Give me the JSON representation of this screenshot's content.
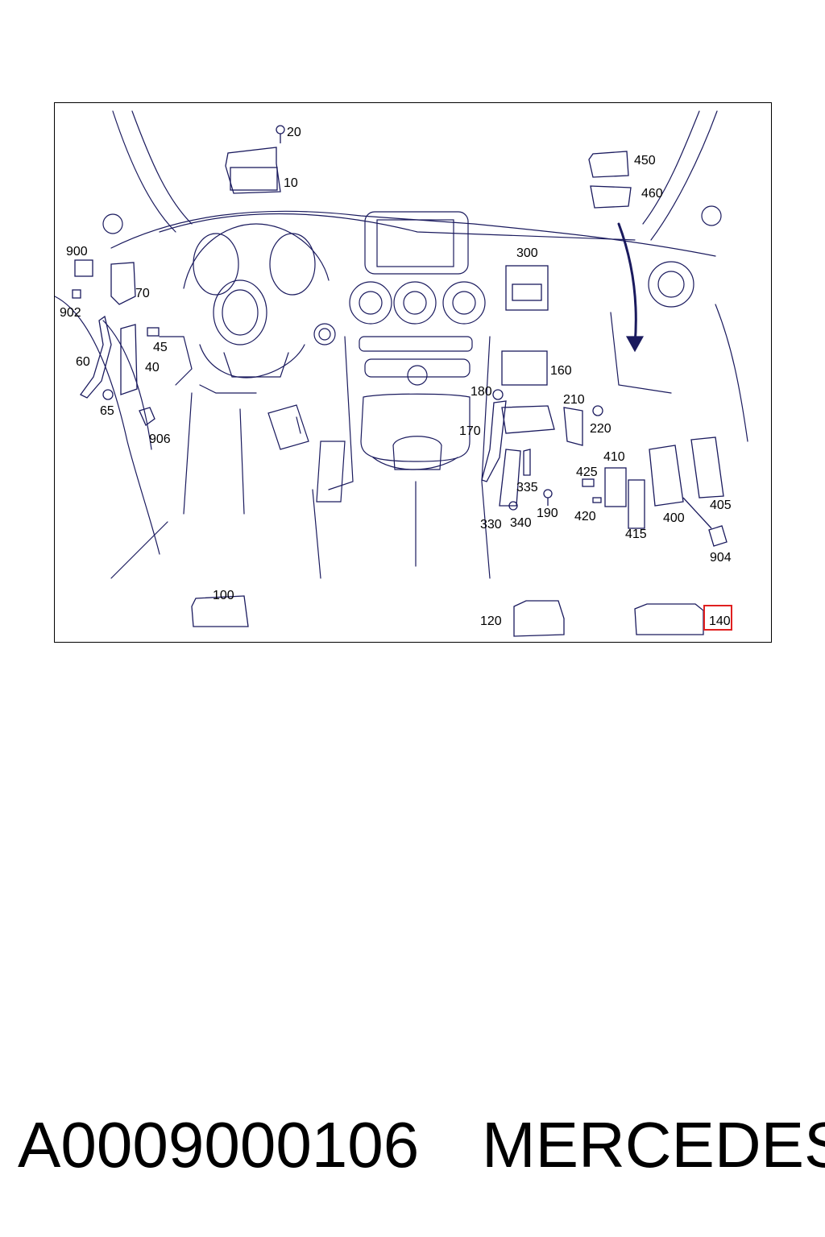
{
  "callouts": {
    "c20": "20",
    "c10": "10",
    "c450": "450",
    "c460": "460",
    "c900": "900",
    "c70": "70",
    "c902": "902",
    "c300": "300",
    "c45": "45",
    "c60": "60",
    "c40": "40",
    "c65": "65",
    "c906": "906",
    "c160": "160",
    "c180": "180",
    "c210": "210",
    "c220": "220",
    "c170": "170",
    "c410": "410",
    "c425": "425",
    "c335": "335",
    "c190": "190",
    "c420": "420",
    "c405": "405",
    "c400": "400",
    "c415": "415",
    "c330": "330",
    "c340": "340",
    "c904": "904",
    "c100": "100",
    "c120": "120",
    "c140": "140"
  },
  "highlight": {
    "callout": "140",
    "color": "#e02020"
  },
  "footer": {
    "part_number": "A0009000106",
    "brand": "MERCEDES"
  },
  "colors": {
    "line": "#1a1a5e",
    "frame": "#000000"
  }
}
